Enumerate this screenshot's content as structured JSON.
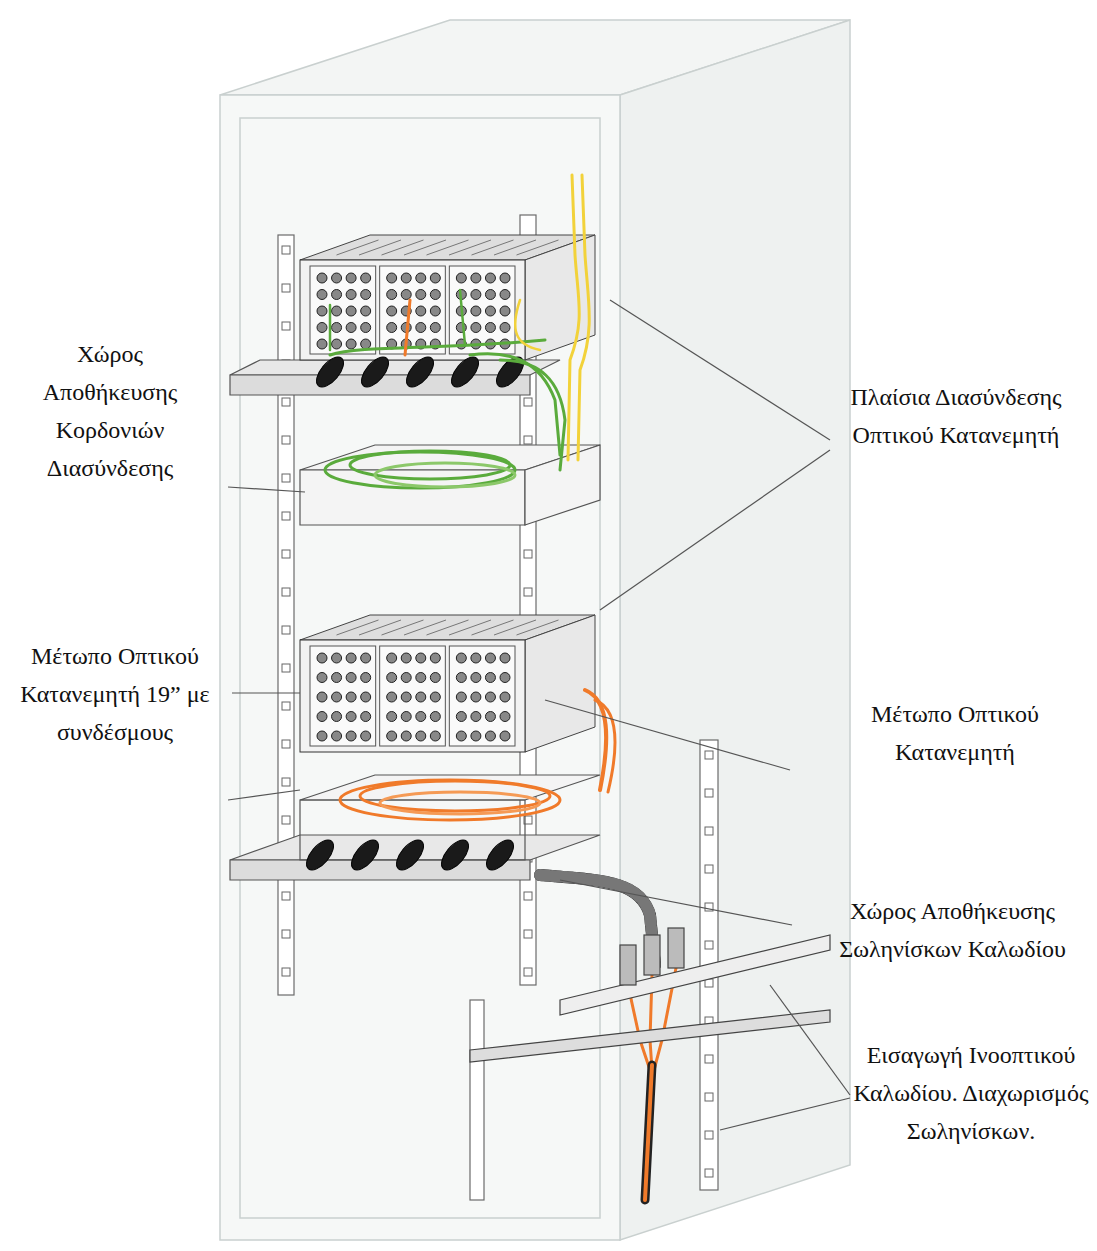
{
  "diagram": {
    "labels": [
      "Χώρος Αποθήκευσης Κορδονιών Διασύνδεσης",
      "Μέτωπο Οπτικού Κατανεμητή 19” με συνδέσμους",
      "Πλαίσια Διασύνδεσης Οπτικού Κατανεμητή",
      "Μέτωπο Οπτικού Κατανεμητή",
      "Χώρος Αποθήκευσης Σωληνίσκων Καλωδίου",
      "Εισαγωγή Ινοοπτικού Καλωδίου. Διαχωρισμός Σωληνίσκων."
    ]
  }
}
